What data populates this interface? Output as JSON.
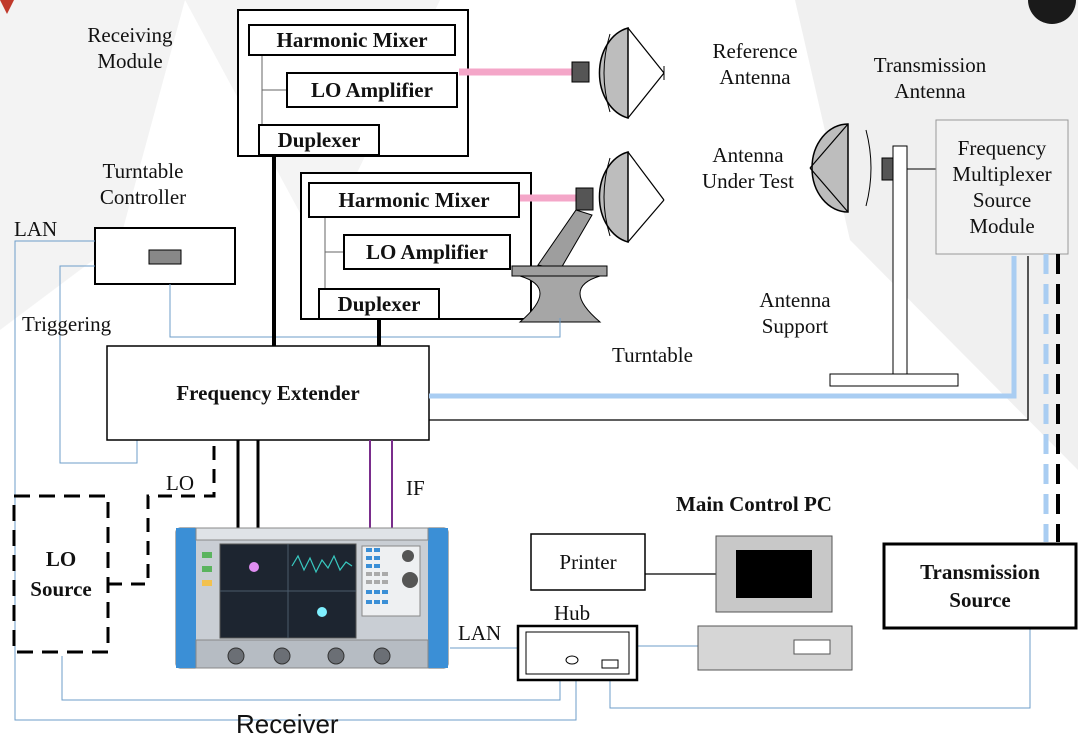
{
  "labels": {
    "receiving_module": "Receiving\nModule",
    "reference_antenna": "Reference\nAntenna",
    "transmission_antenna": "Transmission\nAntenna",
    "antenna_under_test": "Antenna\nUnder Test",
    "turntable_controller": "Turntable\nController",
    "lan_top": "LAN",
    "triggering": "Triggering",
    "antenna_support": "Antenna\nSupport",
    "turntable": "Turntable",
    "lo": "LO",
    "if": "IF",
    "main_control_pc": "Main Control PC",
    "hub": "Hub",
    "lan_bottom": "LAN",
    "receiver": "Receiver"
  },
  "blocks": {
    "harmonic_mixer_1": "Harmonic Mixer",
    "lo_amplifier_1": "LO Amplifier",
    "duplexer_1": "Duplexer",
    "harmonic_mixer_2": "Harmonic Mixer",
    "lo_amplifier_2": "LO Amplifier",
    "duplexer_2": "Duplexer",
    "frequency_extender": "Frequency Extender",
    "frequency_multiplexer": "Frequency\nMultiplexer\nSource\nModule",
    "lo_source": "LO\nSource",
    "printer": "Printer",
    "transmission_source": "Transmission\nSource"
  },
  "colors": {
    "pink_cable": "#f4a6c8",
    "blue_cable": "#a9cdf2",
    "instrument_blue": "#3b8fd6",
    "screen_dark": "#1d2530",
    "grey_fill": "#a6a6a6",
    "if_purple": "#7a2d8c"
  }
}
